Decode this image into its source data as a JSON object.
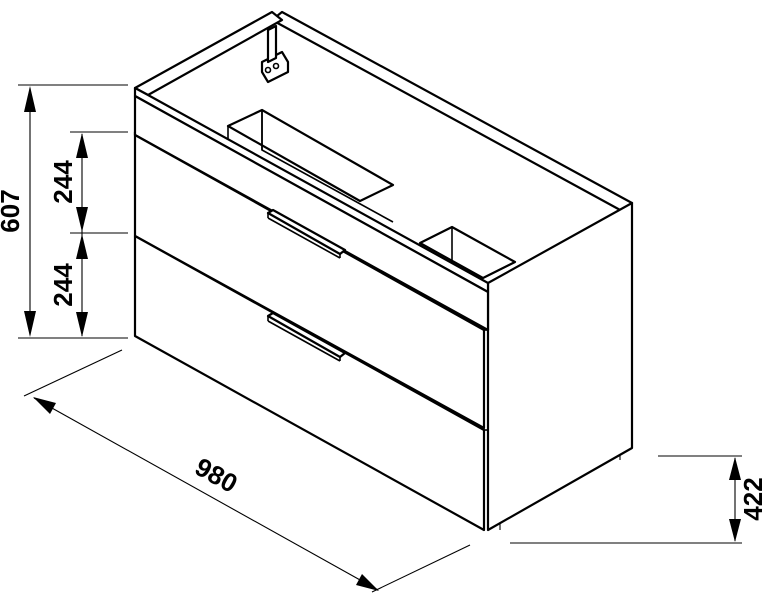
{
  "dimensions": {
    "total_height": "607",
    "drawer_top_height": "244",
    "drawer_bottom_height": "244",
    "width": "980",
    "wall_height": "422"
  }
}
